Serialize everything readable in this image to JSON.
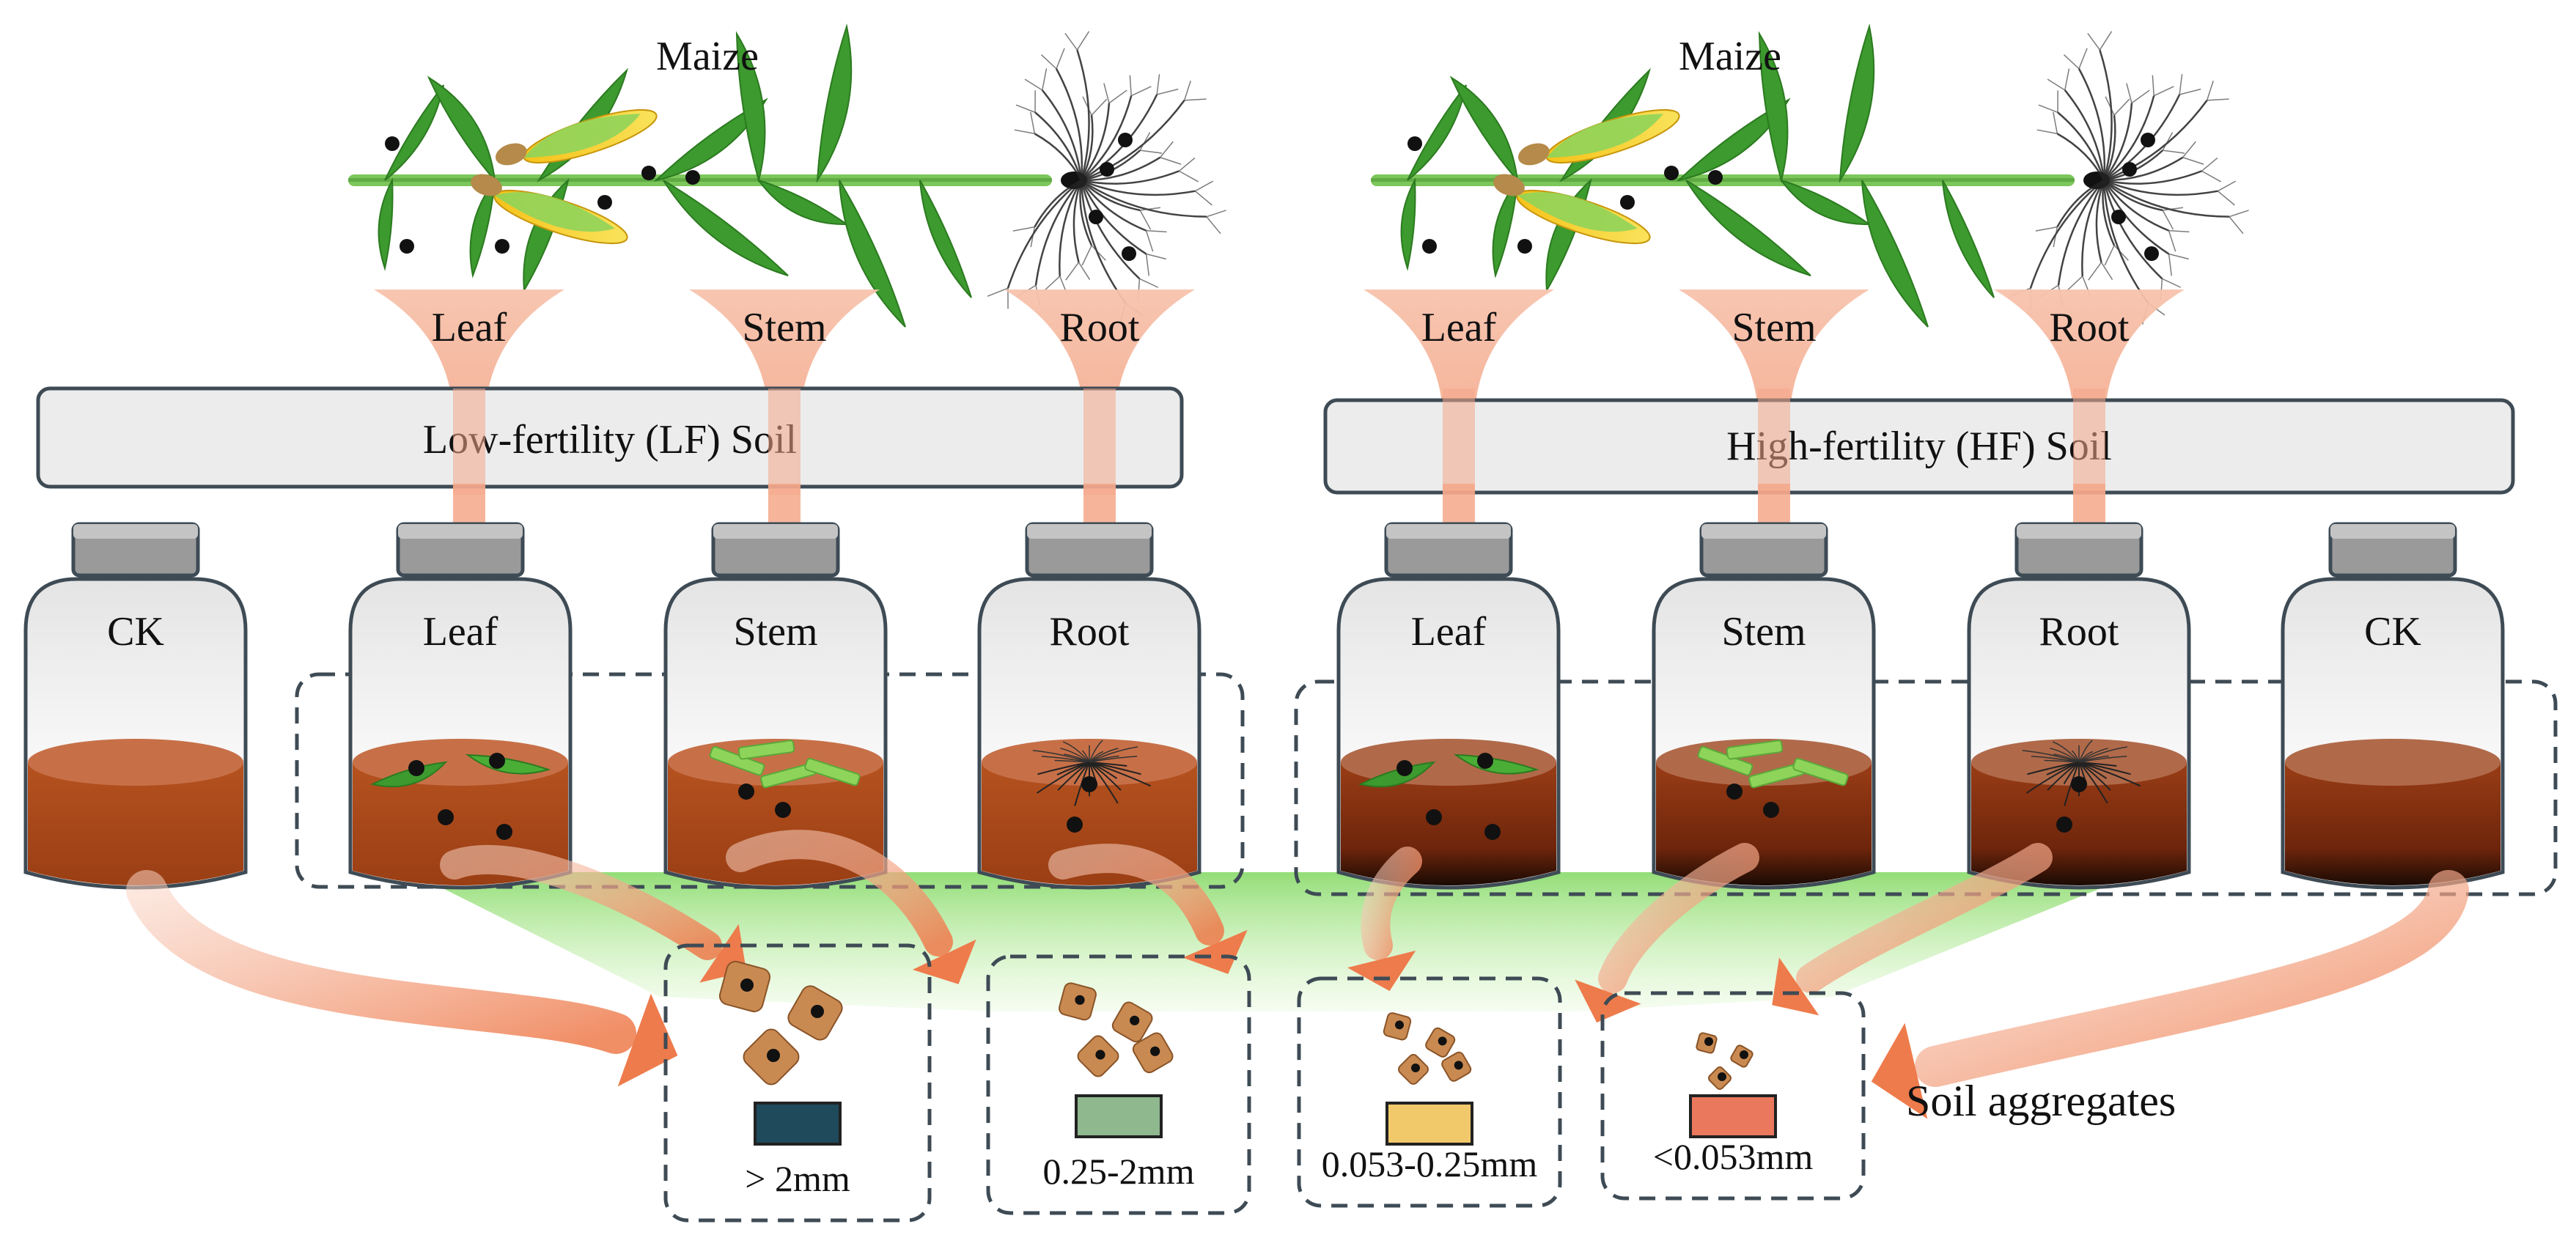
{
  "plants": [
    {
      "title": "Maize",
      "organs": [
        "Leaf",
        "Stem",
        "Root"
      ]
    },
    {
      "title": "Maize",
      "organs": [
        "Leaf",
        "Stem",
        "Root"
      ]
    }
  ],
  "soils": [
    {
      "label": "Low-fertility (LF) Soil",
      "code": "LF"
    },
    {
      "label": "High-fertility (HF) Soil",
      "code": "HF"
    }
  ],
  "bottles": [
    {
      "label": "CK",
      "soil": "LF",
      "content": "none"
    },
    {
      "label": "Leaf",
      "soil": "LF",
      "content": "leaf"
    },
    {
      "label": "Stem",
      "soil": "LF",
      "content": "stem"
    },
    {
      "label": "Root",
      "soil": "LF",
      "content": "root"
    },
    {
      "label": "Leaf",
      "soil": "HF",
      "content": "leaf"
    },
    {
      "label": "Stem",
      "soil": "HF",
      "content": "stem"
    },
    {
      "label": "Root",
      "soil": "HF",
      "content": "root"
    },
    {
      "label": "CK",
      "soil": "HF",
      "content": "none"
    }
  ],
  "aggregates": {
    "title": "Soil aggregates",
    "classes": [
      {
        "label": "> 2mm",
        "color": "#1e4a5c"
      },
      {
        "label": "0.25-2mm",
        "color": "#8fb88f"
      },
      {
        "label": "0.053-0.25mm",
        "color": "#f2c96a"
      },
      {
        "label": "<0.053mm",
        "color": "#e9785c"
      }
    ]
  },
  "colors": {
    "soil_lf": "#b04a1c",
    "soil_hf": "#8a3212",
    "funnel": "#f6b49a",
    "arrow": "#ee8a60",
    "leaf_green": "#3c9a2e",
    "cap": "#9a9a9a",
    "box_fill": "#ececec"
  }
}
